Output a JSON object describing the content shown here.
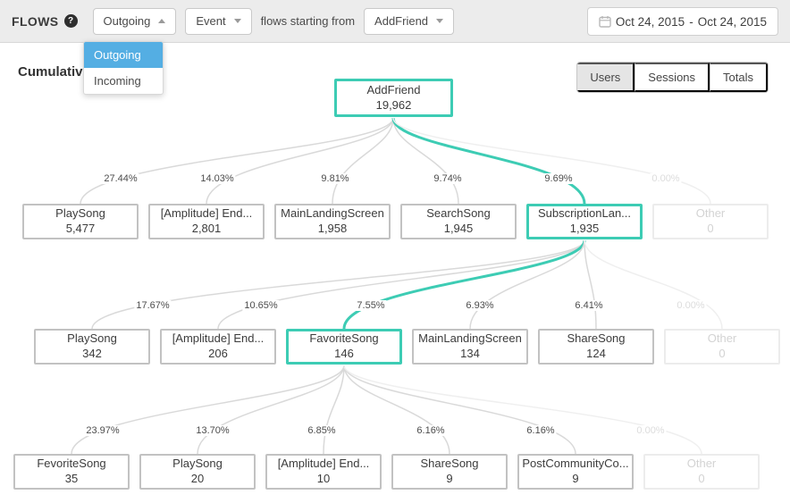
{
  "header": {
    "title": "FLOWS",
    "help_icon": "?",
    "direction_dropdown": {
      "value": "Outgoing",
      "options": [
        "Outgoing",
        "Incoming"
      ],
      "selected": "Outgoing"
    },
    "event_type_dropdown": {
      "value": "Event"
    },
    "connector_text": "flows starting from",
    "start_event_dropdown": {
      "value": "AddFriend"
    },
    "date_range_button": {
      "start": "Oct 24, 2015",
      "separator": "-",
      "end": "Oct 24, 2015"
    }
  },
  "toolbar": {
    "mode_label": "Cumulative",
    "view_toggle": {
      "options": [
        "Users",
        "Sessions",
        "Totals"
      ],
      "selected": "Users"
    }
  },
  "colors": {
    "accent_teal": "#3dccb4",
    "menu_selected_blue": "#54aee3",
    "link_gray": "#d9d9d9",
    "header_bg": "#ececec"
  },
  "chart_data": {
    "type": "flow-tree",
    "direction": "Outgoing",
    "root": {
      "label": "AddFriend",
      "value": "19,962",
      "highlighted": true
    },
    "levels": [
      {
        "parent": "AddFriend",
        "nodes": [
          {
            "label": "PlaySong",
            "value": "5,477",
            "percent": "27.44%"
          },
          {
            "label": "[Amplitude] End...",
            "value": "2,801",
            "percent": "14.03%"
          },
          {
            "label": "MainLandingScreen",
            "value": "1,958",
            "percent": "9.81%"
          },
          {
            "label": "SearchSong",
            "value": "1,945",
            "percent": "9.74%"
          },
          {
            "label": "SubscriptionLan...",
            "value": "1,935",
            "percent": "9.69%",
            "highlighted": true
          },
          {
            "label": "Other",
            "value": "0",
            "percent": "0.00%",
            "faded": true
          }
        ]
      },
      {
        "parent": "SubscriptionLan...",
        "nodes": [
          {
            "label": "PlaySong",
            "value": "342",
            "percent": "17.67%"
          },
          {
            "label": "[Amplitude] End...",
            "value": "206",
            "percent": "10.65%"
          },
          {
            "label": "FavoriteSong",
            "value": "146",
            "percent": "7.55%",
            "highlighted": true
          },
          {
            "label": "MainLandingScreen",
            "value": "134",
            "percent": "6.93%"
          },
          {
            "label": "ShareSong",
            "value": "124",
            "percent": "6.41%"
          },
          {
            "label": "Other",
            "value": "0",
            "percent": "0.00%",
            "faded": true
          }
        ]
      },
      {
        "parent": "FavoriteSong",
        "nodes": [
          {
            "label": "FevoriteSong",
            "value": "35",
            "percent": "23.97%"
          },
          {
            "label": "PlaySong",
            "value": "20",
            "percent": "13.70%"
          },
          {
            "label": "[Amplitude] End...",
            "value": "10",
            "percent": "6.85%"
          },
          {
            "label": "ShareSong",
            "value": "9",
            "percent": "6.16%"
          },
          {
            "label": "PostCommunityCo...",
            "value": "9",
            "percent": "6.16%"
          },
          {
            "label": "Other",
            "value": "0",
            "percent": "0.00%",
            "faded": true
          }
        ]
      }
    ]
  }
}
